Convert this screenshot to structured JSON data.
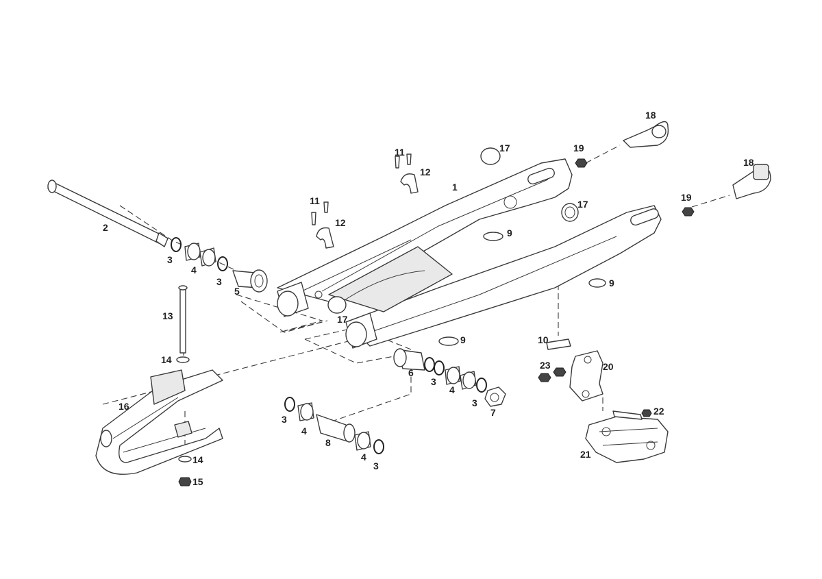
{
  "diagram": {
    "labels": {
      "l1": "1",
      "l2": "2",
      "l3a": "3",
      "l3b": "3",
      "l3c": "3",
      "l3d": "3",
      "l3e": "3",
      "l3f": "3",
      "l4a": "4",
      "l4b": "4",
      "l4c": "4",
      "l4d": "4",
      "l5": "5",
      "l6": "6",
      "l7": "7",
      "l8": "8",
      "l9a": "9",
      "l9b": "9",
      "l9c": "9",
      "l10": "10",
      "l11a": "11",
      "l11b": "11",
      "l12a": "12",
      "l12b": "12",
      "l13": "13",
      "l14a": "14",
      "l14b": "14",
      "l15": "15",
      "l16": "16",
      "l17a": "17",
      "l17b": "17",
      "l17c": "17",
      "l18a": "18",
      "l18b": "18",
      "l19a": "19",
      "l19b": "19",
      "l20": "20",
      "l21": "21",
      "l22": "22",
      "l23": "23"
    }
  }
}
